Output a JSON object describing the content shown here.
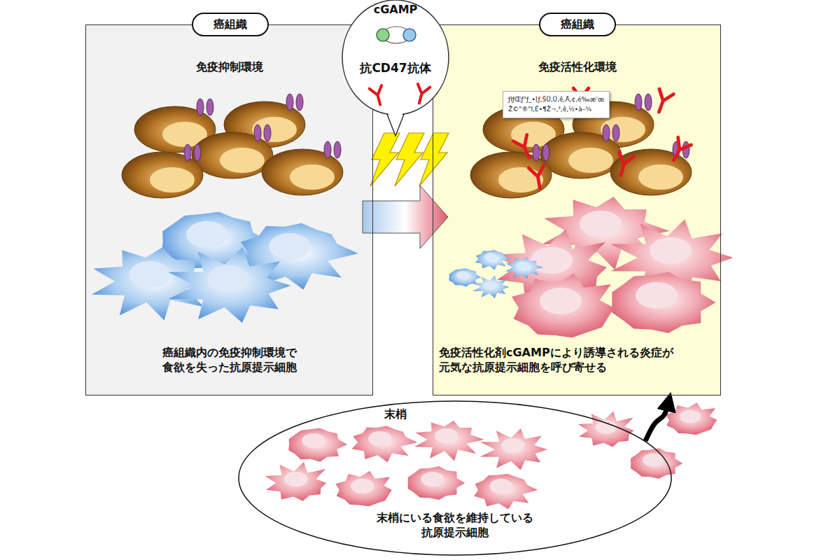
{
  "diagram": {
    "nodes": [
      {
        "text": [
          "免疫抑制環境",
          "癌組織内の免疫抑制環境で 食欲を失った抗原提示細胞"
        ]
      },
      {
        "text": [
          "癌組織"
        ],
        "in": 0
      },
      {
        "text": [
          "cGAMP",
          "抗CD47抗体"
        ]
      },
      {
        "text": [
          "免疫活性化環境",
          "免疫活性化剤cGAMPにより誘導される炎症が 元気な抗原提示細胞を呼び寄せる"
        ]
      },
      {
        "text": [
          "癌組織"
        ],
        "in": 3
      },
      {
        "text": [
          "末梢",
          "末梢にいる食欲を維持している 抗原提示細胞"
        ]
      }
    ],
    "edges": [
      {
        "from": 0,
        "to": 3,
        "arrow": "to"
      },
      {
        "from": 5,
        "to": 3,
        "arrow": "to"
      }
    ],
    "labels": [
      "ƒIƒŒƒ\"ƒ_•[ƒ‚ŠÜ,Ü,ê,Ä,¢,é‰æ'œ",
      "Ž©\"®\"I,É•¶Ž¬,³,ê,½•à–¾"
    ]
  }
}
